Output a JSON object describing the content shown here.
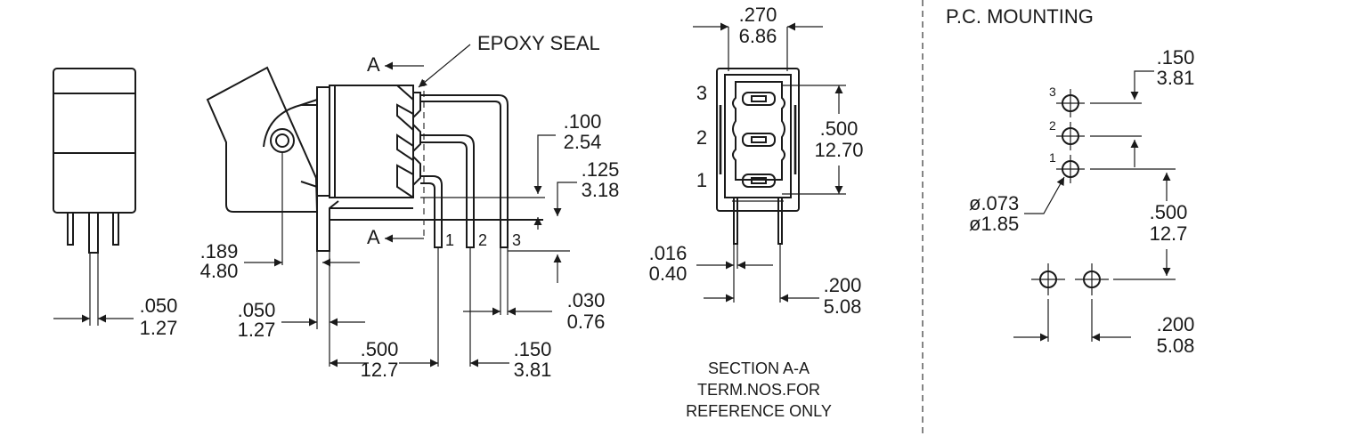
{
  "labels": {
    "epoxy_seal": "EPOXY SEAL",
    "section_a": "A",
    "section_title_line1": "SECTION A-A",
    "section_title_line2": "TERM.NOS.FOR",
    "section_title_line3": "REFERENCE ONLY",
    "pc_mounting": "P.C. MOUNTING"
  },
  "terminals": [
    "1",
    "2",
    "3"
  ],
  "dimensions": {
    "front_pin_spacing": {
      "inch": ".050",
      "mm": "1.27"
    },
    "pivot_offset": {
      "inch": ".189",
      "mm": "4.80"
    },
    "bracket_thickness": {
      "inch": ".050",
      "mm": "1.27"
    },
    "terminal_span": {
      "inch": ".500",
      "mm": "12.7"
    },
    "terminal_pitch": {
      "inch": ".150",
      "mm": "3.81"
    },
    "terminal_width": {
      "inch": ".030",
      "mm": "0.76"
    },
    "upper_offset": {
      "inch": ".100",
      "mm": "2.54"
    },
    "lower_offset": {
      "inch": ".125",
      "mm": "3.18"
    },
    "section_width": {
      "inch": ".270",
      "mm": "6.86"
    },
    "section_height": {
      "inch": ".500",
      "mm": "12.70"
    },
    "section_pin_thickness": {
      "inch": ".016",
      "mm": "0.40"
    },
    "section_pin_spacing": {
      "inch": ".200",
      "mm": "5.08"
    },
    "pc_hole_pitch": {
      "inch": ".150",
      "mm": "3.81"
    },
    "pc_hole_diameter": {
      "inch": "ø.073",
      "mm": "ø1.85"
    },
    "pc_row_offset": {
      "inch": ".500",
      "mm": "12.7"
    },
    "pc_lower_spacing": {
      "inch": ".200",
      "mm": "5.08"
    }
  }
}
